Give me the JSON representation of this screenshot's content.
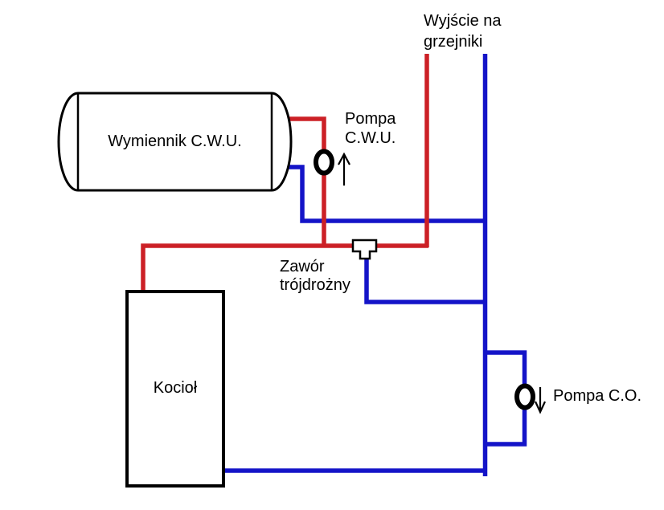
{
  "diagram": {
    "labels": {
      "radiators_output": "Wyjście na\ngrzejniki",
      "exchanger": "Wymiennik C.W.U.",
      "pump_cwu": "Pompa\nC.W.U.",
      "valve": "Zawór\ntrójdrożny",
      "boiler": "Kocioł",
      "pump_co": "Pompa C.O."
    },
    "icons": {
      "pump_symbol": "O",
      "pump_cwu_arrow": "↑",
      "pump_co_arrow": "↓",
      "three_way_valve": "T-shaped valve body"
    },
    "colors": {
      "hot_pipe": "#cc2026",
      "cold_pipe": "#1414c8",
      "outline": "#000000",
      "text": "#000000",
      "background": "#ffffff"
    }
  }
}
